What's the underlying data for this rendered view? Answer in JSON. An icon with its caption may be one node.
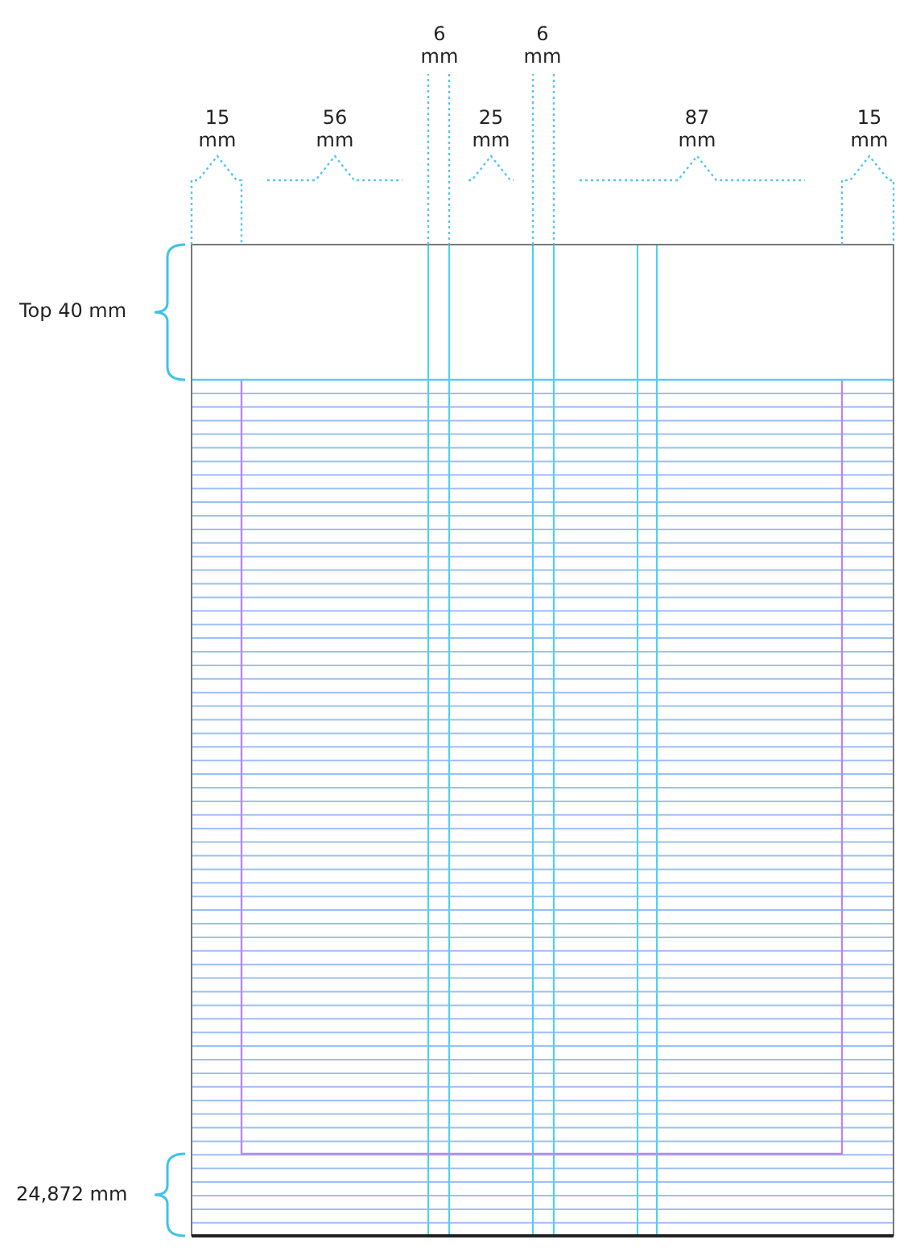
{
  "diagram": {
    "labels": [
      "6 mm",
      "6 mm",
      "15 mm",
      "56 mm",
      "25 mm",
      "87 mm",
      "15 mm",
      "Top 40 mm",
      "24,872 mm"
    ]
  }
}
